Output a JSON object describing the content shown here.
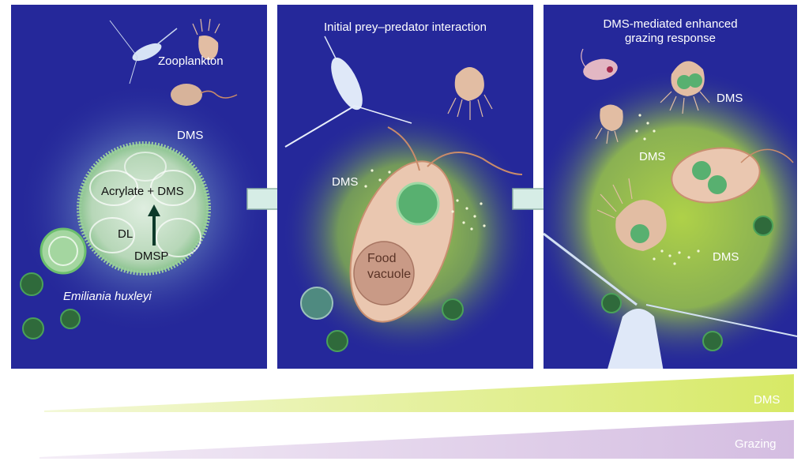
{
  "panels": [
    {
      "title": "",
      "labels": {
        "zooplankton": "Zooplankton",
        "dms": "DMS",
        "acrylate_dms": "Acrylate + DMS",
        "dl": "DL",
        "dmsp": "DMSP",
        "species": "Emiliania huxleyi"
      }
    },
    {
      "title": "Initial prey–predator interaction",
      "labels": {
        "dms": "DMS",
        "food_vacuole_line1": "Food",
        "food_vacuole_line2": "vacuole"
      }
    },
    {
      "title_line1": "DMS-mediated enhanced",
      "title_line2": "grazing response",
      "labels": {
        "dms_top": "DMS",
        "dms_mid": "DMS",
        "dms_bottom": "DMS"
      }
    }
  ],
  "ramps": {
    "dms": {
      "label": "DMS",
      "color": "#d9ea6a"
    },
    "grazing": {
      "label": "Grazing",
      "color": "#d8c2e3"
    }
  },
  "colors": {
    "panel_bg": "#25289a",
    "glow": "#a8d24a",
    "cell": "#e9c2a8",
    "coccolith": "#3e8a4a",
    "arrow_fill": "#d6ede6"
  }
}
